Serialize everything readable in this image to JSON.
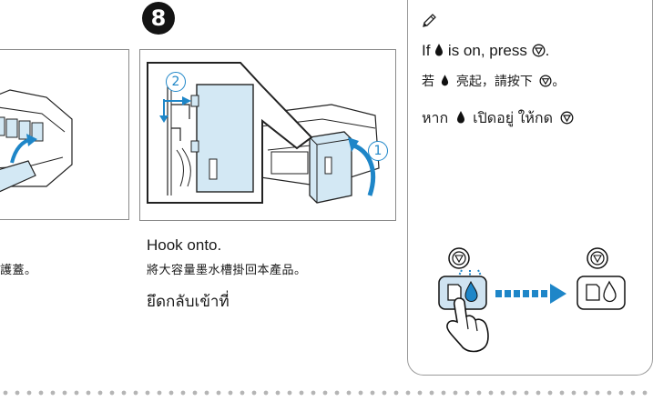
{
  "left_step": {
    "caption_zh": "護蓋。"
  },
  "step8": {
    "number": "8",
    "callout_1": "1",
    "callout_2": "2",
    "caption_en": "Hook onto.",
    "caption_zh": "將大容量墨水槽掛回本產品。",
    "caption_th": "ยึดกลับเข้าที่"
  },
  "note": {
    "icon": "pencil-icon",
    "line_en_prefix": "If",
    "line_en_mid": "is on, press",
    "line_en_end": ".",
    "line_zh_prefix": "若",
    "line_zh_mid": "亮起，請按下",
    "line_zh_end": "。",
    "line_th_prefix": "หาก",
    "line_th_mid": "เปิดอยู่ ให้กด",
    "ink_icon": "ink-drop-icon",
    "button_icon": "stop-button-icon"
  },
  "colors": {
    "accent_blue": "#1e86c8",
    "panel_blue": "#d3e8f4",
    "line_gray": "#8a8a8a",
    "dot_gray": "#b5b5b5"
  }
}
